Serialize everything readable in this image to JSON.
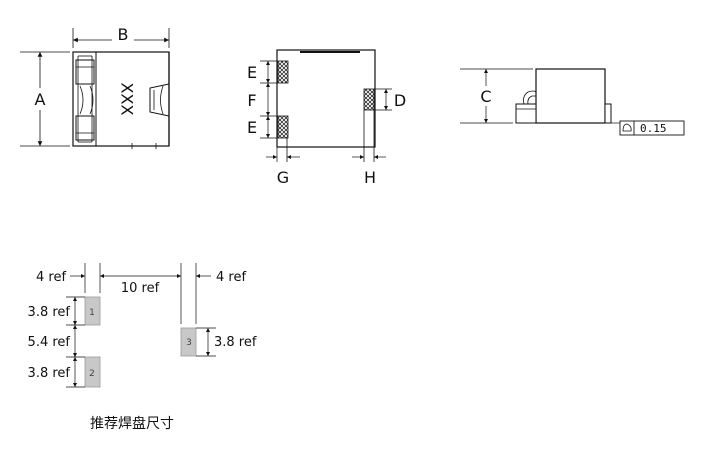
{
  "top_view": {
    "dim_a": "A",
    "dim_b": "B",
    "marking": "XXX"
  },
  "bottom_view": {
    "dim_e_top": "E",
    "dim_f": "F",
    "dim_e_bottom": "E",
    "dim_d": "D",
    "dim_g": "G",
    "dim_h": "H"
  },
  "side_view": {
    "dim_c": "C",
    "flatness_tolerance": "0.15"
  },
  "pad_layout": {
    "width_left": "4 ref",
    "gap": "10 ref",
    "width_right": "4 ref",
    "pad_height_top": "3.8 ref",
    "pad_spacing": "5.4 ref",
    "pad_height_bottom": "3.8 ref",
    "pad3_height": "3.8 ref",
    "pad1": "1",
    "pad2": "2",
    "pad3": "3",
    "caption": "推荐焊盘尺寸"
  },
  "colors": {
    "line": "#111111",
    "pad_fill": "#c8c8c8",
    "pad_stroke": "#9a9a9a"
  }
}
